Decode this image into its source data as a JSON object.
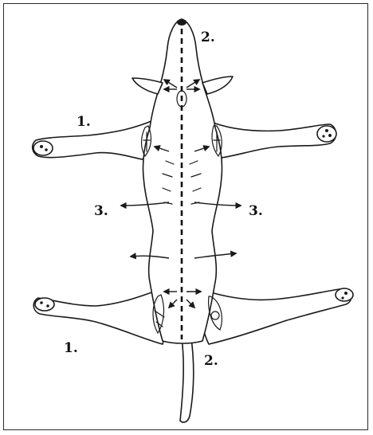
{
  "labels": {
    "head": "2.",
    "forelimb_left": "1.",
    "hindlimb_left": "1.",
    "tail_base": "2.",
    "flank_left": "3.",
    "flank_right": "3."
  }
}
